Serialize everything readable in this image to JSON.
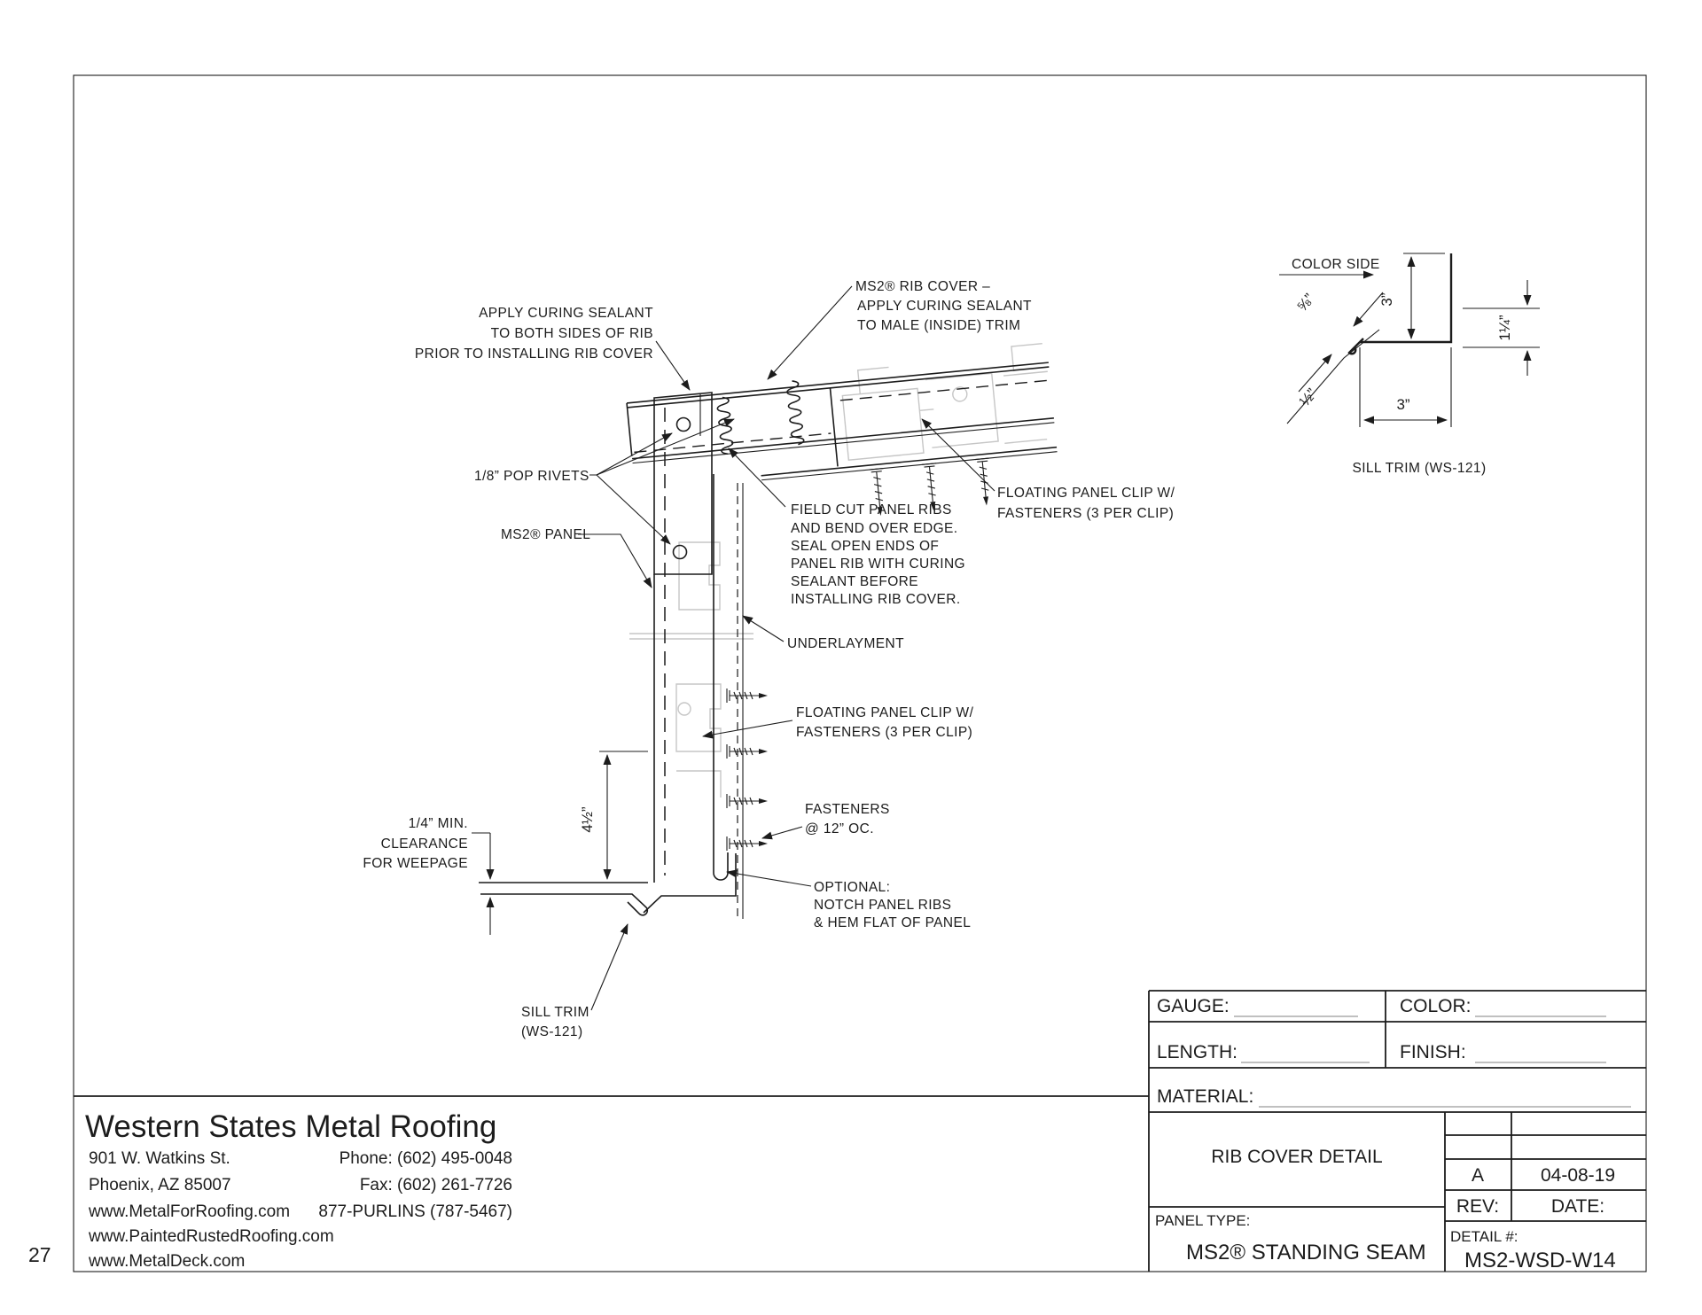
{
  "page": {
    "number": "27"
  },
  "colors": {
    "ink": "#1c1c1c",
    "ghost": "#c6c6c6",
    "blank_line": "#9a9a9a"
  },
  "drawing": {
    "callouts": {
      "sealant_rib": {
        "lines": [
          "APPLY CURING SEALANT",
          "TO BOTH SIDES OF RIB",
          "PRIOR TO INSTALLING RIB COVER"
        ]
      },
      "rib_cover": {
        "lines": [
          "MS2® RIB COVER –",
          "APPLY CURING SEALANT",
          "TO MALE (INSIDE) TRIM"
        ]
      },
      "pop_rivets": {
        "label": "1/8” POP RIVETS"
      },
      "ms2_panel": {
        "label": "MS2® PANEL"
      },
      "field_cut": {
        "lines": [
          "FIELD CUT PANEL RIBS",
          "AND BEND OVER EDGE.",
          "SEAL OPEN ENDS OF",
          "PANEL RIB WITH CURING",
          "SEALANT BEFORE",
          "INSTALLING RIB COVER."
        ]
      },
      "underlayment": {
        "label": "UNDERLAYMENT"
      },
      "floating_clip_upper": {
        "lines": [
          "FLOATING PANEL CLIP W/",
          "FASTENERS (3 PER CLIP)"
        ]
      },
      "floating_clip_lower": {
        "lines": [
          "FLOATING PANEL CLIP W/",
          "FASTENERS (3 PER CLIP)"
        ]
      },
      "fasteners": {
        "lines": [
          "FASTENERS",
          "@ 12” OC."
        ]
      },
      "optional": {
        "lines": [
          "OPTIONAL:",
          "NOTCH PANEL RIBS",
          "& HEM FLAT OF PANEL"
        ]
      },
      "clearance": {
        "lines": [
          "1/4” MIN.",
          "CLEARANCE",
          "FOR WEEPAGE"
        ]
      },
      "sill_trim": {
        "lines": [
          "SILL TRIM",
          "(WS-121)"
        ]
      },
      "dim_4half": {
        "label": "4½”"
      }
    },
    "trim_detail": {
      "color_side": "COLOR SIDE",
      "dim_vertical": "3”",
      "dim_horizontal": "3”",
      "dim_right": "1¼”",
      "dim_hem_open": "⅝”",
      "dim_hem": "½”",
      "label": "SILL TRIM (WS-121)"
    }
  },
  "title_block": {
    "gauge_label": "GAUGE:",
    "color_label": "COLOR:",
    "length_label": "LENGTH:",
    "finish_label": "FINISH:",
    "material_label": "MATERIAL:",
    "drawing_title": "RIB COVER DETAIL",
    "rev_value": "A",
    "date_value": "04-08-19",
    "rev_label": "REV:",
    "date_label": "DATE:",
    "panel_type_label": "PANEL TYPE:",
    "panel_type_value": "MS2®  STANDING SEAM",
    "detail_label": "DETAIL #:",
    "detail_number": "MS2-WSD-W14"
  },
  "company": {
    "name": "Western States Metal Roofing",
    "address1": "901 W. Watkins St.",
    "address2": "Phoenix, AZ 85007",
    "phone": "Phone: (602) 495-0048",
    "fax": "Fax: (602) 261-7726",
    "tollfree": "877-PURLINS (787-5467)",
    "url1": "www.MetalForRoofing.com",
    "url2": "www.PaintedRustedRoofing.com",
    "url3": "www.MetalDeck.com"
  }
}
